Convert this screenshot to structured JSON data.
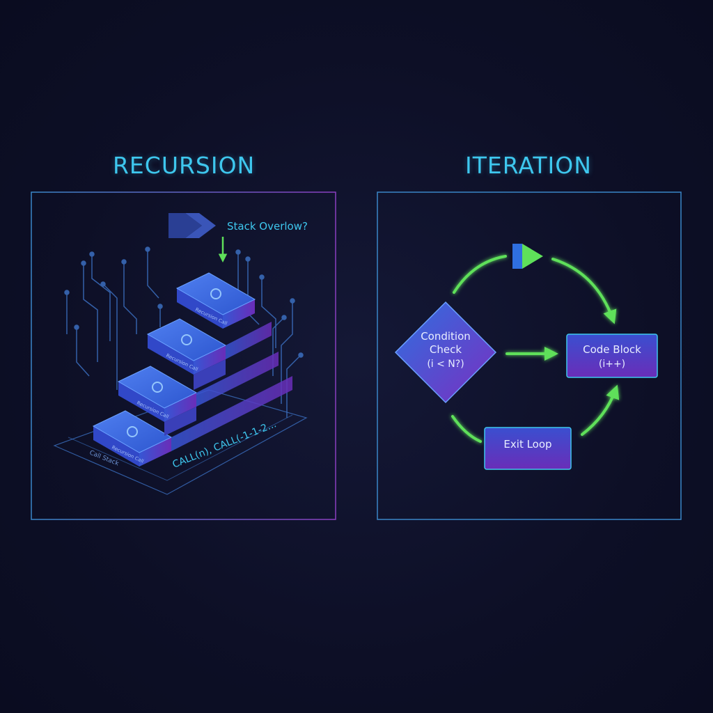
{
  "recursion": {
    "title": "RECURSION",
    "annotation": "Stack Overlow?",
    "block_labels": [
      "Recursion Call",
      "Recursion Call",
      "Recursion Call",
      "Recursion Call"
    ],
    "base_label_left": "Call Stack",
    "base_label_right": "CALL(n), CALL(-1-1-2..."
  },
  "iteration": {
    "title": "ITERATION",
    "condition": {
      "line1": "Condition",
      "line2": "Check",
      "line3": "(i < N?)"
    },
    "code_block": {
      "line1": "Code Block",
      "line2": "(i++)"
    },
    "exit": "Exit Loop"
  },
  "colors": {
    "background": "#0d0f26",
    "title": "#3ec7ee",
    "panel_border": "#3a86c8",
    "block_blue": "#2f5fd6",
    "block_purple": "#6a2db8",
    "arrow_green": "#5fe05a",
    "circuit": "#3b6fc0"
  }
}
